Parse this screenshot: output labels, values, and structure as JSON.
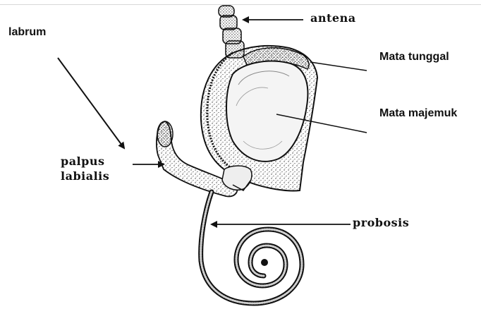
{
  "labels": {
    "antena": "antena",
    "labrum": "labrum",
    "mata_tunggal": "Mata tunggal",
    "mata_majemuk": "Mata majemuk",
    "palpus_line1": "palpus",
    "palpus_line2": "labialis",
    "probosis": "probosis"
  },
  "colors": {
    "ink": "#111111",
    "stipple": "#3a3a3a"
  }
}
